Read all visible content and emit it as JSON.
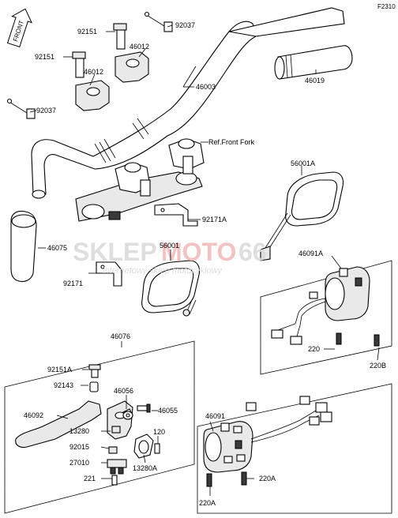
{
  "diagram": {
    "figure_code": "F2310",
    "front_marker": "FRONT",
    "watermark": {
      "brand_a": "SKLEP",
      "brand_b": "MOTO",
      "brand_c": "66",
      "tagline": "internetowy sklep motocyklowy"
    },
    "labels": {
      "p92037_top": "92037",
      "p92151_a": "92151",
      "p46012_a": "46012",
      "p92151_b": "92151",
      "p46012_b": "46012",
      "p92037_left": "92037",
      "p46003": "46003",
      "p46019": "46019",
      "ref_front_fork": "Ref.Front Fork",
      "p56001A": "56001A",
      "p92171A": "92171A",
      "p46075": "46075",
      "p56001": "56001",
      "p92171": "92171",
      "p46091A": "46091A",
      "p220": "220",
      "p220B": "220B",
      "p46076": "46076",
      "p92151A": "92151A",
      "p92143": "92143",
      "p46056": "46056",
      "p46092": "46092",
      "p46055": "46055",
      "p13280": "13280",
      "p120": "120",
      "p92015": "92015",
      "p27010": "27010",
      "p13280A": "13280A",
      "p221": "221",
      "p46091": "46091",
      "p220A_right": "220A",
      "p220A_bottom": "220A"
    }
  }
}
